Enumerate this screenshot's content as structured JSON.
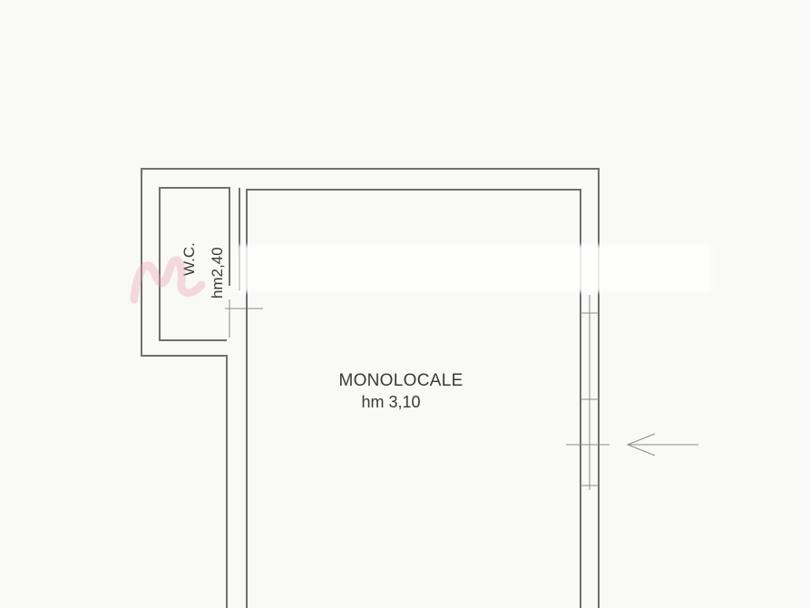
{
  "rooms": {
    "main": {
      "name": "MONOLOCALE",
      "height": "hm 3,10"
    },
    "wc": {
      "name": "W.C.",
      "height": "hm2,40"
    }
  },
  "entrance": {
    "icon": "arrow-left-icon"
  },
  "colors": {
    "walls": "#6f6f6f",
    "text": "#3a3a3a",
    "paper": "#f9f9f8",
    "watermark": "#e8a0b0"
  }
}
